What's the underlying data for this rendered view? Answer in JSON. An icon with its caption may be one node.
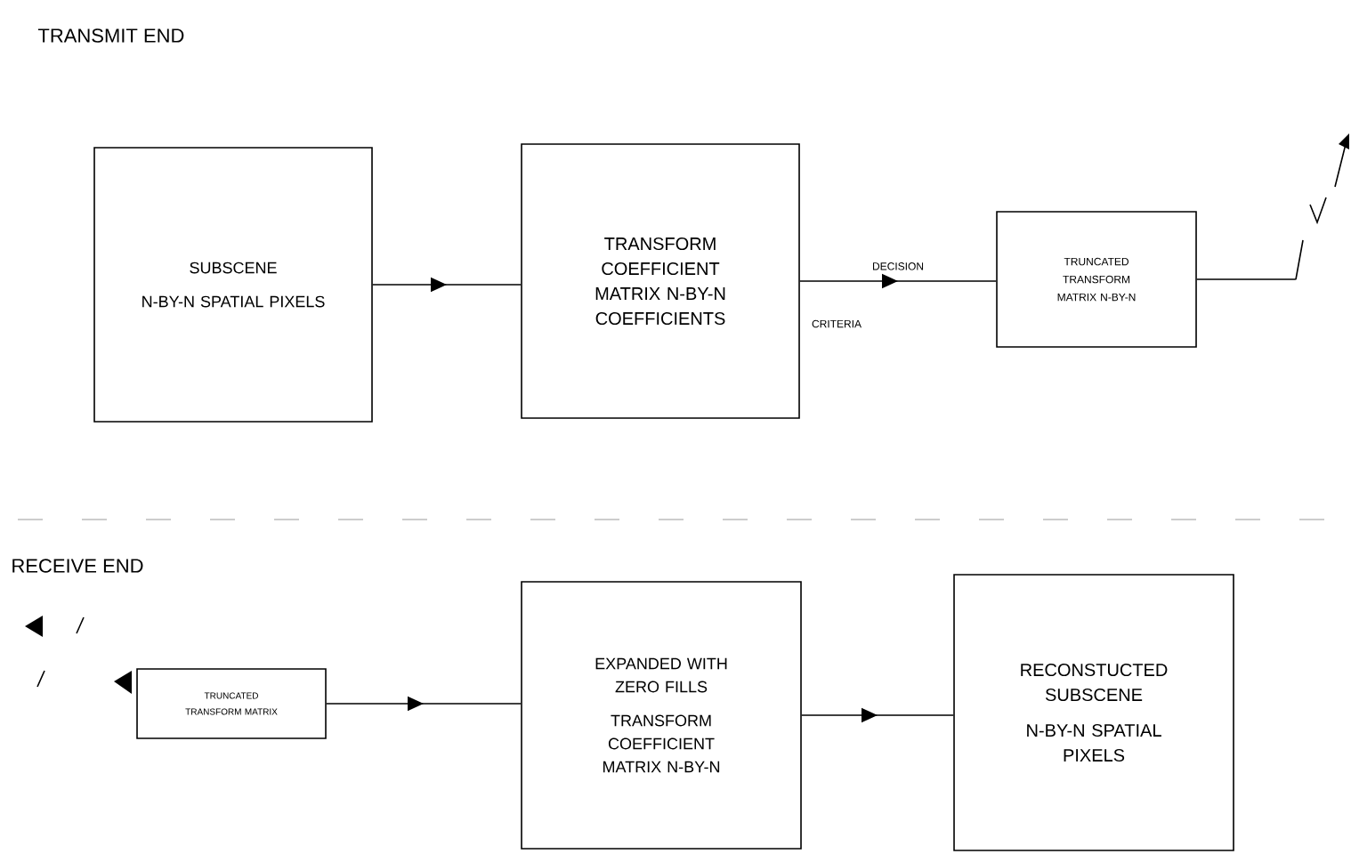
{
  "diagram": {
    "nodes": [
      {
        "text": [
          "SUBSCENE",
          "N-BY-N SPATIAL PIXELS"
        ]
      },
      {
        "text": [
          "TRANSFORM COEFFICIENT MATRIX N-BY-N COEFFICIENTS"
        ]
      },
      {
        "text": [
          "TRUNCATED TRANSFORM MATRIX N-BY-N"
        ]
      },
      {
        "text": [],
        "shape": "picture"
      },
      {
        "text": [
          "TRUNCATED TRANSFORM MATRIX"
        ]
      },
      {
        "text": [
          "EXPANDED WITH ZERO FILLS",
          "TRANSFORM COEFFICIENT MATRIX N-BY-N"
        ]
      },
      {
        "text": [
          "RECONSTUCTED SUBSCENE",
          "N-BY-N SPATIAL PIXELS"
        ]
      }
    ],
    "edges": [
      {
        "from": 0,
        "to": 1,
        "arrow": "to"
      },
      {
        "from": 1,
        "to": 2,
        "arrow": "to",
        "label": "DECISION"
      },
      {
        "from": 2,
        "to": 3,
        "arrow": "none"
      },
      {
        "from": 4,
        "to": 5,
        "arrow": "to"
      },
      {
        "from": 5,
        "to": 6,
        "arrow": "to"
      }
    ],
    "labels": [
      "TRANSMIT END",
      "CRITERIA",
      "RECEIVE END"
    ]
  }
}
